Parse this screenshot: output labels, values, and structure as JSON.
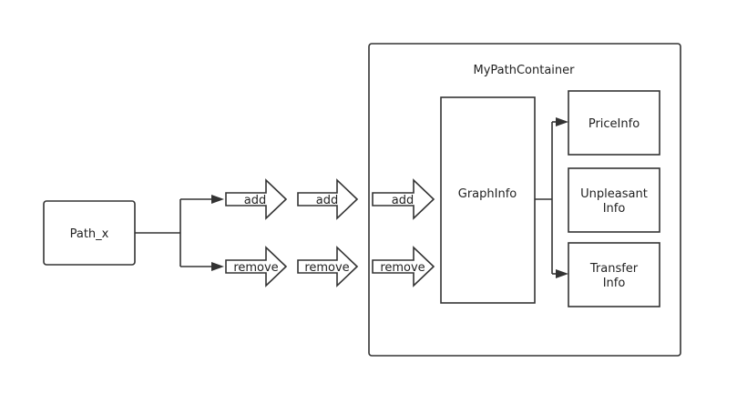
{
  "diagram": {
    "source_node": "Path_x",
    "container_title": "MyPathContainer",
    "graph_node": "GraphInfo",
    "info_nodes": {
      "price": "PriceInfo",
      "unpleasant_line1": "Unpleasant",
      "unpleasant_line2": "Info",
      "transfer_line1": "Transfer",
      "transfer_line2": "Info"
    },
    "operations": {
      "add": "add",
      "remove": "remove"
    }
  }
}
